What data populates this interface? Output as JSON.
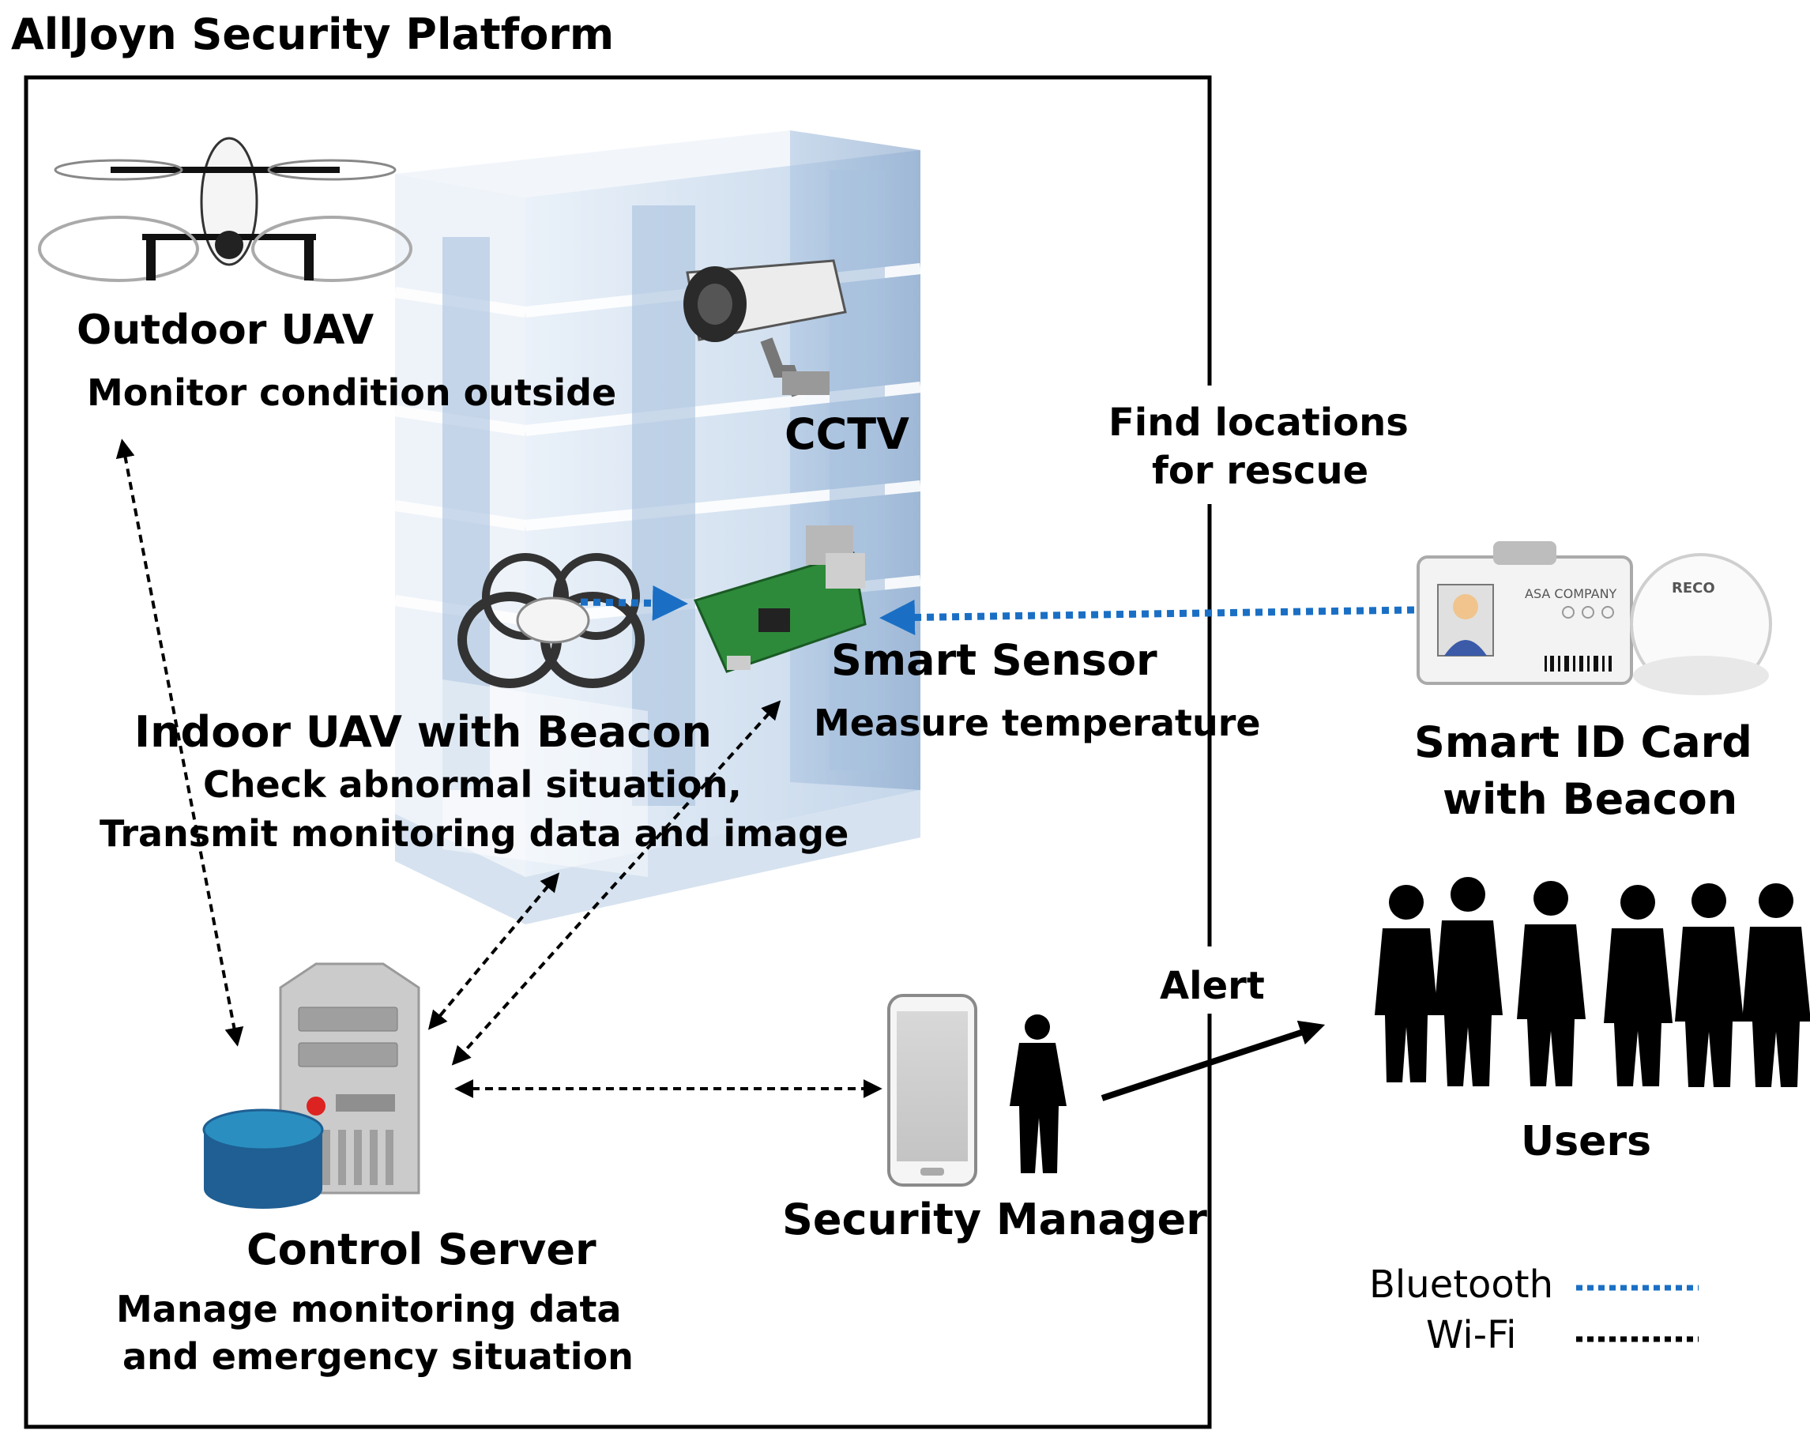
{
  "platform": {
    "title": "AllJoyn Security Platform"
  },
  "devices": {
    "outdoor_uav": {
      "name": "Outdoor UAV",
      "description": "Monitor condition outside"
    },
    "cctv": {
      "name": "CCTV"
    },
    "indoor_uav": {
      "name": "Indoor UAV with Beacon",
      "description_line1": "Check abnormal situation,",
      "description_line2": "Transmit monitoring data and image"
    },
    "smart_sensor": {
      "name": "Smart Sensor",
      "description": "Measure temperature"
    },
    "control_server": {
      "name": "Control Server",
      "description_line1": "Manage monitoring data",
      "description_line2": "and emergency situation"
    },
    "security_manager": {
      "name": "Security Manager"
    },
    "smart_id_card": {
      "name_line1": "Smart ID Card",
      "name_line2": "with Beacon",
      "card_company": "ASA COMPANY",
      "beacon_brand": "RECO"
    },
    "users": {
      "name": "Users"
    }
  },
  "annotations": {
    "rescue_line1": "Find locations",
    "rescue_line2": "for rescue",
    "alert": "Alert"
  },
  "legend": {
    "bluetooth": {
      "label": "Bluetooth",
      "color": "#1a6fc4"
    },
    "wifi": {
      "label": "Wi-Fi",
      "color": "#000000"
    }
  },
  "colors": {
    "building_light": "#dde8f4",
    "building_mid": "#b9cde4",
    "building_dark": "#8fb0d3",
    "server_body": "#c9c9c9",
    "database_top": "#2a8fc0",
    "database_body": "#1f5f93"
  }
}
